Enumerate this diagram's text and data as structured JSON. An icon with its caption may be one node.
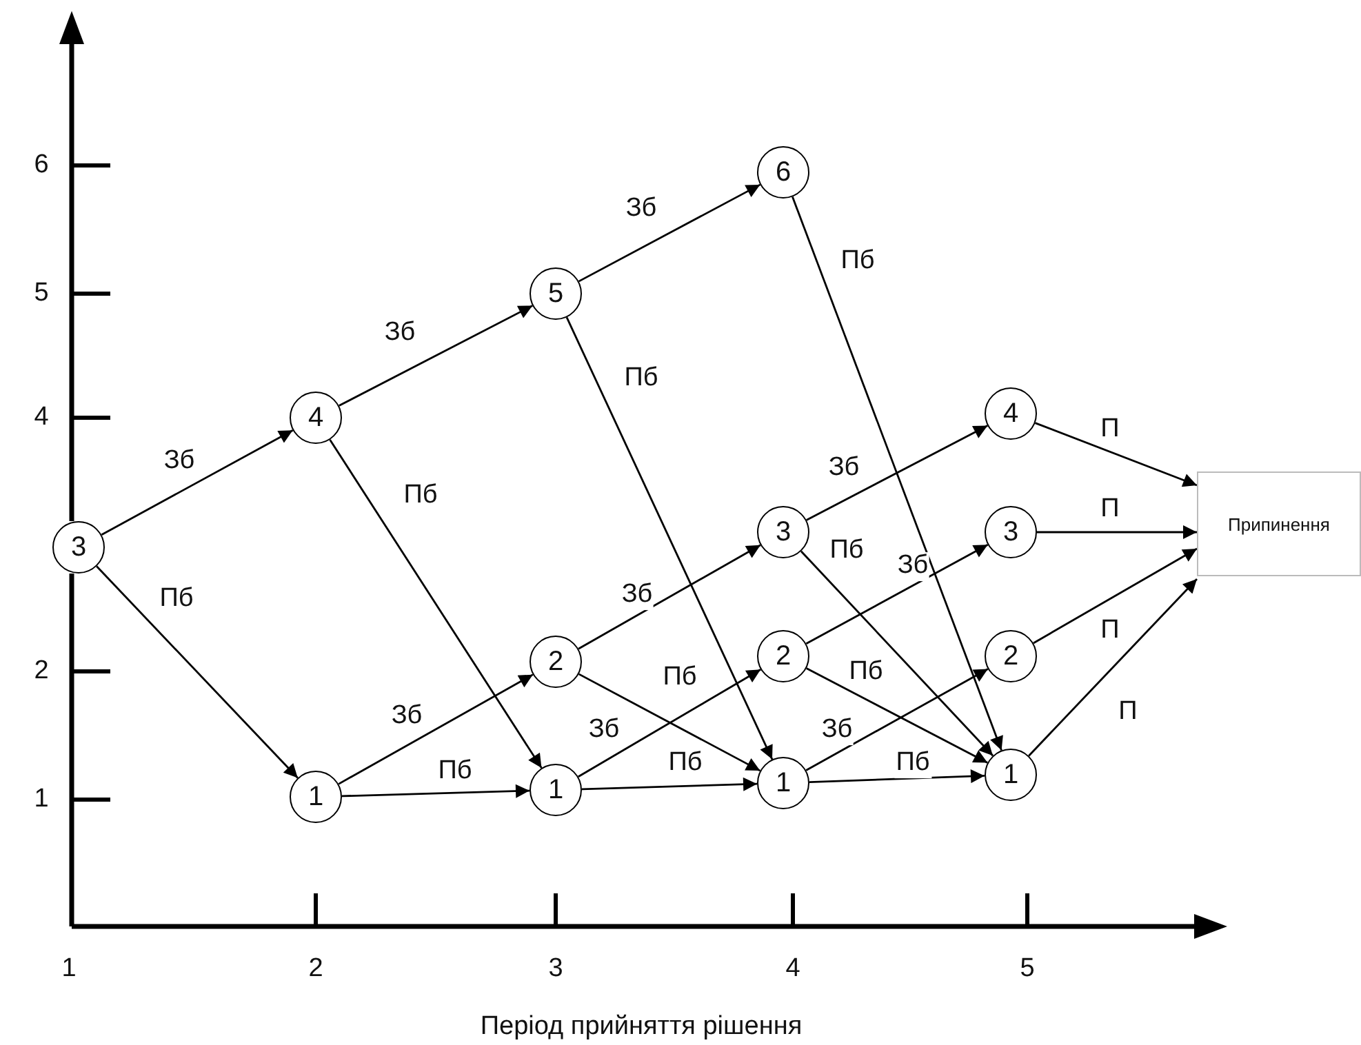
{
  "diagram": {
    "nodes": [
      {
        "text": [
          "3"
        ]
      },
      {
        "text": [
          "4"
        ]
      },
      {
        "text": [
          "1"
        ]
      },
      {
        "text": [
          "5"
        ]
      },
      {
        "text": [
          "2"
        ]
      },
      {
        "text": [
          "1"
        ]
      },
      {
        "text": [
          "6"
        ]
      },
      {
        "text": [
          "3"
        ]
      },
      {
        "text": [
          "2"
        ]
      },
      {
        "text": [
          "1"
        ]
      },
      {
        "text": [
          "4"
        ]
      },
      {
        "text": [
          "3"
        ]
      },
      {
        "text": [
          "2"
        ]
      },
      {
        "text": [
          "1"
        ]
      },
      {
        "text": [
          "Припинення"
        ]
      }
    ],
    "edges": [
      {
        "from": 0,
        "to": 1,
        "arrow": "to",
        "label": "Зб"
      },
      {
        "from": 0,
        "to": 2,
        "arrow": "to",
        "label": "Пб"
      },
      {
        "from": 1,
        "to": 3,
        "arrow": "to",
        "label": "Зб"
      },
      {
        "from": 1,
        "to": 5,
        "arrow": "to",
        "label": "Пб"
      },
      {
        "from": 2,
        "to": 4,
        "arrow": "to",
        "label": "Зб"
      },
      {
        "from": 2,
        "to": 5,
        "arrow": "to",
        "label": "Пб"
      },
      {
        "from": 3,
        "to": 6,
        "arrow": "to",
        "label": "Зб"
      },
      {
        "from": 3,
        "to": 9,
        "arrow": "to",
        "label": "Пб"
      },
      {
        "from": 4,
        "to": 7,
        "arrow": "to",
        "label": "Зб"
      },
      {
        "from": 4,
        "to": 9,
        "arrow": "to",
        "label": "Пб"
      },
      {
        "from": 5,
        "to": 8,
        "arrow": "to",
        "label": "Зб"
      },
      {
        "from": 5,
        "to": 9,
        "arrow": "to",
        "label": "Пб"
      },
      {
        "from": 6,
        "to": 13,
        "arrow": "to",
        "label": "Пб"
      },
      {
        "from": 7,
        "to": 10,
        "arrow": "to",
        "label": "Зб"
      },
      {
        "from": 7,
        "to": 13,
        "arrow": "to",
        "label": "Пб"
      },
      {
        "from": 8,
        "to": 11,
        "arrow": "to",
        "label": "Зб"
      },
      {
        "from": 8,
        "to": 13,
        "arrow": "to",
        "label": "Пб"
      },
      {
        "from": 9,
        "to": 12,
        "arrow": "to",
        "label": "Зб"
      },
      {
        "from": 9,
        "to": 13,
        "arrow": "to",
        "label": "Пб"
      },
      {
        "from": 10,
        "to": 14,
        "arrow": "to",
        "label": "П"
      },
      {
        "from": 11,
        "to": 14,
        "arrow": "to",
        "label": "П"
      },
      {
        "from": 12,
        "to": 14,
        "arrow": "to",
        "label": "П"
      },
      {
        "from": 13,
        "to": 14,
        "arrow": "to",
        "label": "П"
      }
    ],
    "labels": [
      "6",
      "5",
      "4",
      "2",
      "1",
      "1",
      "2",
      "3",
      "4",
      "5",
      "Період прийняття рішення"
    ]
  }
}
